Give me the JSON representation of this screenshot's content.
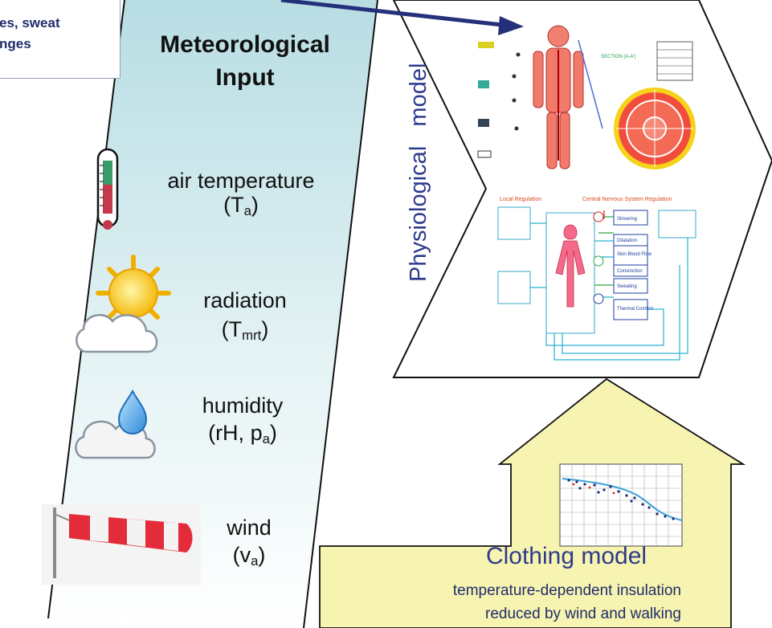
{
  "callout": {
    "line1": "es, sweat",
    "line2": "nges"
  },
  "meteo": {
    "title_line1": "Meteorological",
    "title_line2": "Input",
    "items": [
      {
        "name": "air temperature",
        "symbol": "T",
        "symbol_sub": "a",
        "prefix": "(",
        "suffix": ")",
        "icon": "thermometer-icon"
      },
      {
        "name": "radiation",
        "symbol": "T",
        "symbol_sub": "mrt",
        "prefix": "(",
        "suffix": ")",
        "icon": "sun-cloud-icon"
      },
      {
        "name": "humidity",
        "symbol": "p",
        "symbol_sub": "a",
        "prefix": "(rH, ",
        "suffix": ")",
        "icon": "raindrop-cloud-icon"
      },
      {
        "name": "wind",
        "symbol": "v",
        "symbol_sub": "a",
        "prefix": "(",
        "suffix": ")",
        "icon": "windsock-icon"
      }
    ]
  },
  "physio": {
    "label": "Physiological   model",
    "local_regulation": "Local Regulation",
    "cns_regulation": "Central Nervous System Regulation",
    "boxes": [
      "Shivering",
      "Dilatation",
      "Skin Blood Flow",
      "Constriction",
      "Sweating",
      "Thermal Comfort"
    ],
    "section_label": "SECTION (A-A')"
  },
  "clothing": {
    "title": "Clothing model",
    "line1": "temperature-dependent insulation",
    "line2": "reduced by wind and walking"
  },
  "colors": {
    "panel_top": "#b7dde3",
    "panel_bottom": "#ffffff",
    "arrow_fill": "#f7f3b0",
    "callout_text": "#1f2d6b",
    "physio_label": "#2e3a8c"
  }
}
